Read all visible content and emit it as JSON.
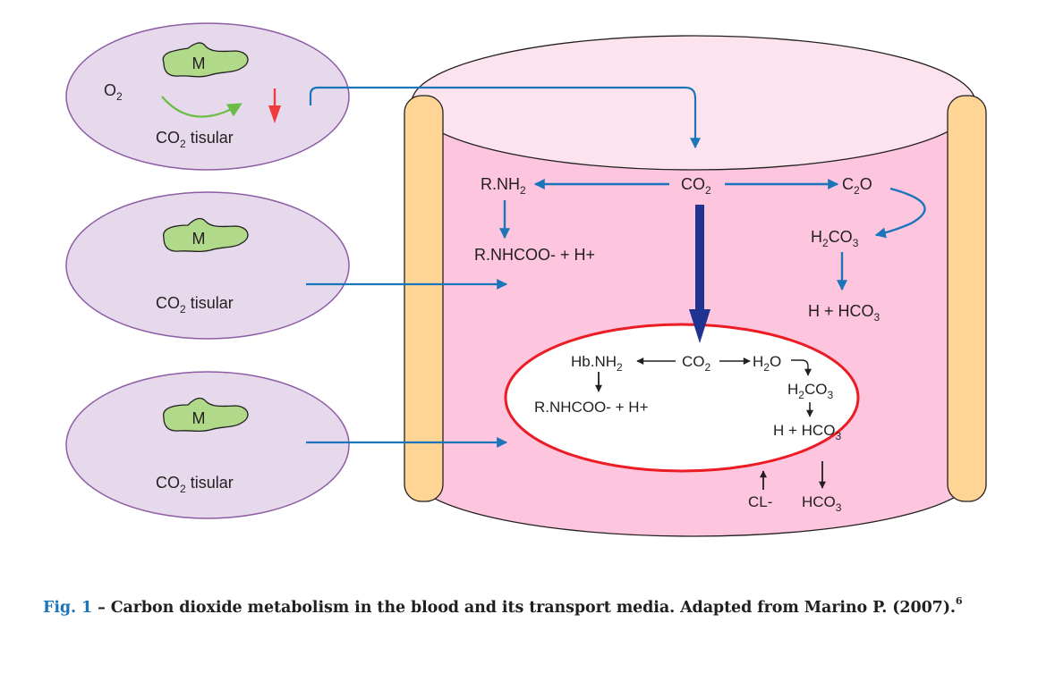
{
  "figure": {
    "caption": {
      "label": "Fig. 1",
      "dash": " – ",
      "text": "Carbon dioxide metabolism in the blood and its transport media. Adapted from Marino P. (2007).",
      "ref": "6"
    }
  },
  "colors": {
    "tissue_fill": "#e6d9ec",
    "tissue_stroke": "#8e5ca5",
    "mito_fill": "#b1d98a",
    "plasma_top": "#fde3ee",
    "plasma_side": "#fdc5de",
    "vessel_wall": "#fed594",
    "arrow_blue": "#1b75bb",
    "arrow_navy": "#1f3390",
    "red_cell_stroke": "#ec1c24",
    "green_arrow": "#6abd45",
    "red_arrow": "#ee3b3b",
    "caption_blue": "#1b75bb"
  },
  "tissues": [
    {
      "mito_label": "M",
      "co2_main": "CO",
      "co2_sub": "2",
      "co2_rest": " tisular",
      "o2_main": "O",
      "o2_sub": "2"
    },
    {
      "mito_label": "M",
      "co2_main": "CO",
      "co2_sub": "2",
      "co2_rest": " tisular"
    },
    {
      "mito_label": "M",
      "co2_main": "CO",
      "co2_sub": "2",
      "co2_rest": " tisular"
    }
  ],
  "plasma": {
    "co2": {
      "main": "CO",
      "sub": "2"
    },
    "rnh2": {
      "main": "R.NH",
      "sub": "2"
    },
    "carbamate": "R.NHCOO- + H+",
    "c2o": {
      "a": "C",
      "sub": "2",
      "b": "O"
    },
    "h2co3": {
      "a": "H",
      "sub1": "2",
      "b": "CO",
      "sub2": "3"
    },
    "hhco3": {
      "main": "H + HCO",
      "sub": "3"
    }
  },
  "red_cell": {
    "co2": {
      "main": "CO",
      "sub": "2"
    },
    "hbnh2": {
      "main": "Hb.NH",
      "sub": "2"
    },
    "carbamate": "R.NHCOO- + H+",
    "h2o": {
      "a": "H",
      "sub": "2",
      "b": "O"
    },
    "h2co3": {
      "a": "H",
      "sub1": "2",
      "b": "CO",
      "sub2": "3"
    },
    "hhco3": {
      "main": "H + HCO",
      "sub": "3"
    },
    "cl": "CL-",
    "hco3_out": {
      "main": "HCO",
      "sub": "3"
    }
  }
}
